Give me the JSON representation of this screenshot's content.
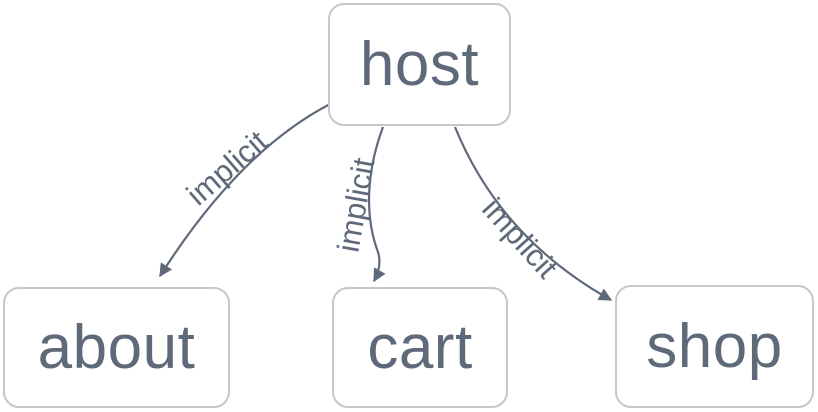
{
  "diagram": {
    "kind": "graph",
    "nodes": [
      {
        "id": "host",
        "label": "host"
      },
      {
        "id": "about",
        "label": "about"
      },
      {
        "id": "cart",
        "label": "cart"
      },
      {
        "id": "shop",
        "label": "shop"
      }
    ],
    "edges": [
      {
        "from": "host",
        "to": "about",
        "label": "implicit",
        "arrow": "filled-triangle"
      },
      {
        "from": "host",
        "to": "cart",
        "label": "implicit",
        "arrow": "filled-triangle"
      },
      {
        "from": "host",
        "to": "shop",
        "label": "implicit",
        "arrow": "filled-triangle"
      }
    ],
    "colors": {
      "background": "#ffffff",
      "node_fill": "#ffffff",
      "node_border": "#c6c7c9",
      "text": "#5e6a79",
      "edge_stroke": "#5e6a79"
    }
  }
}
